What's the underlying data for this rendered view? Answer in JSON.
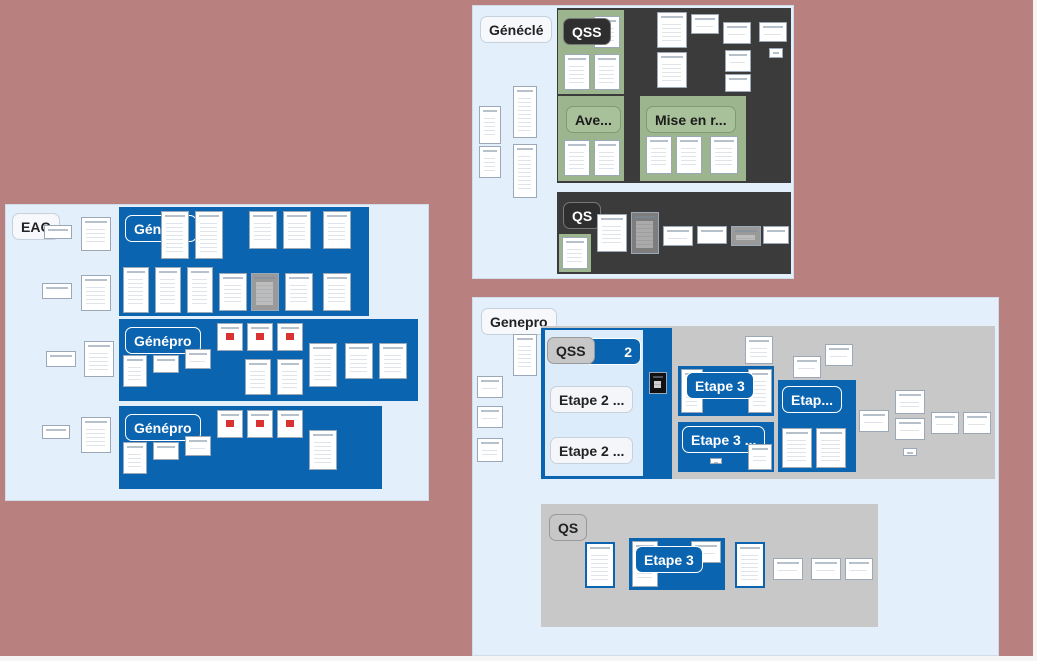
{
  "canvas": {
    "background": "#b98080"
  },
  "boards": {
    "eac": {
      "title": "EAC",
      "sections": [
        {
          "label": "Généclé"
        },
        {
          "label": "Génépro"
        },
        {
          "label": "Génépro"
        }
      ]
    },
    "genecle": {
      "title": "Généclé",
      "sections": [
        {
          "label": "QSS"
        },
        {
          "label": "Ave..."
        },
        {
          "label": "Mise en r..."
        },
        {
          "label": "QS"
        }
      ]
    },
    "genepro": {
      "title": "Genepro",
      "sections": [
        {
          "label": "QSS"
        },
        {
          "label": "2"
        },
        {
          "label": "Etape 2 ..."
        },
        {
          "label": "Etape 2 ..."
        },
        {
          "label": "Etape 3"
        },
        {
          "label": "Etape 3 ..."
        },
        {
          "label": "Etap..."
        },
        {
          "label": "QS"
        },
        {
          "label": "Etape 3"
        }
      ]
    }
  },
  "colors": {
    "board": "#e3f0fb",
    "section_blue": "#0b64b0",
    "section_dark": "#3b3b3b",
    "section_green": "#9db58f",
    "section_grey": "#c8c8c8"
  }
}
